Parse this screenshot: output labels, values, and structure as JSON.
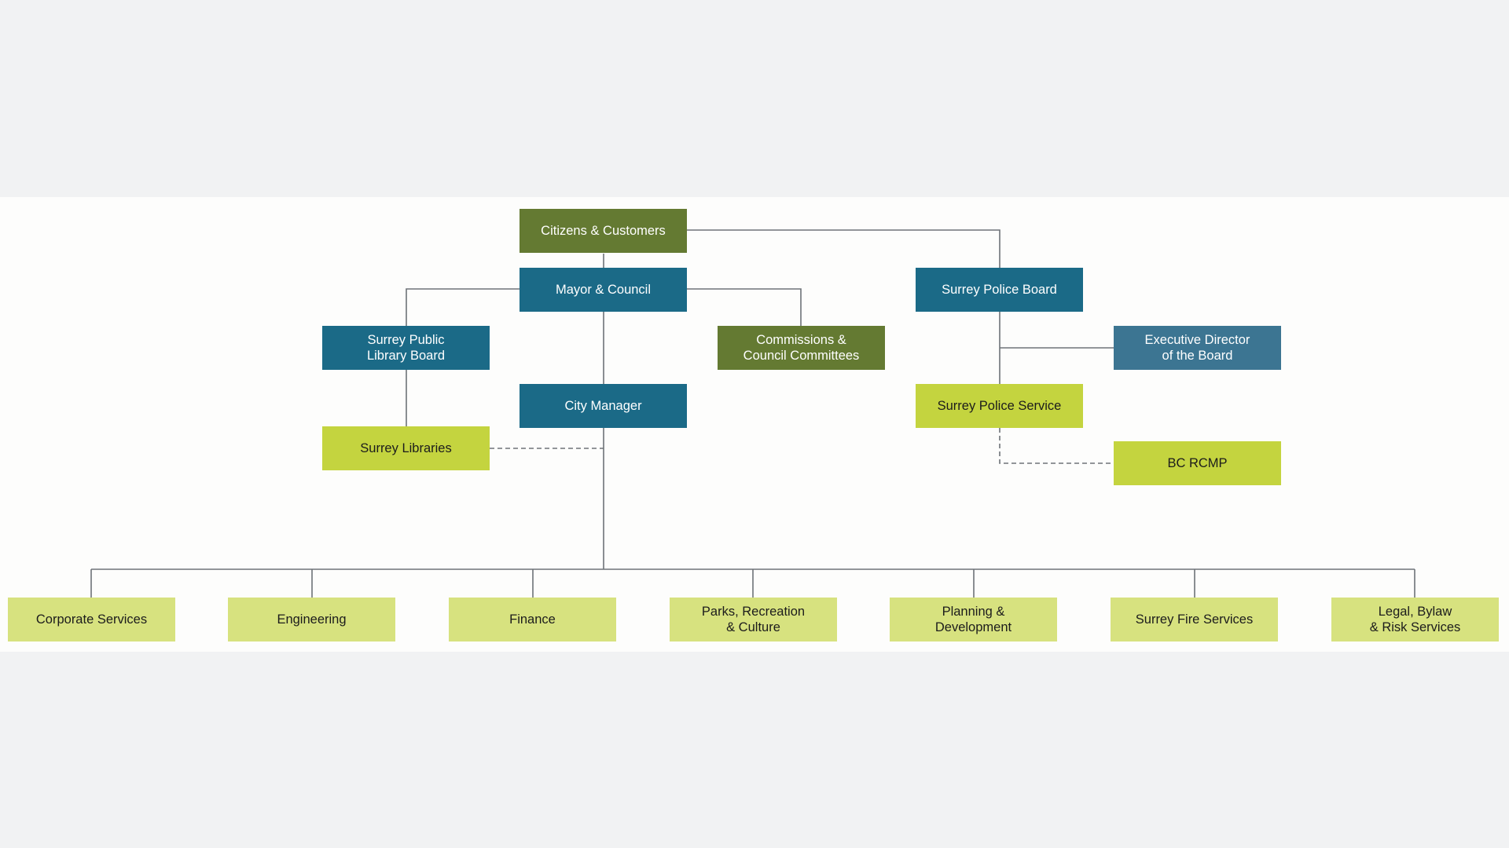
{
  "org_chart": {
    "nodes": {
      "citizens": {
        "label": "Citizens & Customers",
        "color": "#647a32"
      },
      "mayor": {
        "label": "Mayor & Council",
        "color": "#1b6a87"
      },
      "police_board": {
        "label": "Surrey Police Board",
        "color": "#1b6a87"
      },
      "library_board": {
        "label": "Surrey Public\nLibrary Board",
        "color": "#1b6a87"
      },
      "commissions": {
        "label": "Commissions &\nCouncil Committees",
        "color": "#647a32"
      },
      "exec_director": {
        "label": "Executive Director\nof the Board",
        "color": "#3c7592"
      },
      "city_manager": {
        "label": "City Manager",
        "color": "#1b6a87"
      },
      "police_service": {
        "label": "Surrey Police Service",
        "color": "#c4d43f"
      },
      "libraries": {
        "label": "Surrey Libraries",
        "color": "#c4d43f"
      },
      "rcmp": {
        "label": "BC RCMP",
        "color": "#c4d43f"
      }
    },
    "departments": [
      {
        "label": "Corporate Services",
        "color": "#d7e27f"
      },
      {
        "label": "Engineering",
        "color": "#d7e27f"
      },
      {
        "label": "Finance",
        "color": "#d7e27f"
      },
      {
        "label": "Parks, Recreation\n& Culture",
        "color": "#d7e27f"
      },
      {
        "label": "Planning &\nDevelopment",
        "color": "#d7e27f"
      },
      {
        "label": "Surrey Fire Services",
        "color": "#d7e27f"
      },
      {
        "label": "Legal, Bylaw\n& Risk Services",
        "color": "#d7e27f"
      }
    ]
  }
}
